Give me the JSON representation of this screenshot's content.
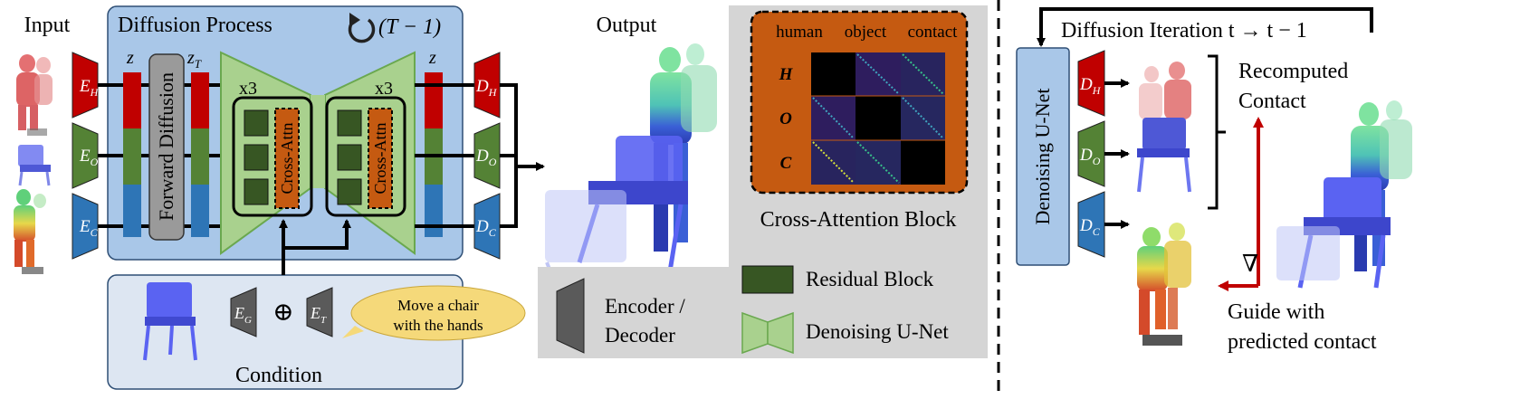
{
  "left": {
    "input_label": "Input",
    "diffusion_title": "Diffusion Process",
    "loop_label": "(T − 1)",
    "z_label": "z",
    "zT_label": "z",
    "zT_sub": "T",
    "forward_diffusion": "Forward Diffusion",
    "x3_left": "x3",
    "x3_right": "x3",
    "cross_attn": "Cross-Attn",
    "output_label": "Output",
    "encoders": [
      {
        "base": "E",
        "sub": "H",
        "color": "#c00000"
      },
      {
        "base": "E",
        "sub": "O",
        "color": "#548235"
      },
      {
        "base": "E",
        "sub": "C",
        "color": "#2e75b6"
      }
    ],
    "decoders": [
      {
        "base": "D",
        "sub": "H",
        "color": "#c00000"
      },
      {
        "base": "D",
        "sub": "O",
        "color": "#548235"
      },
      {
        "base": "D",
        "sub": "C",
        "color": "#2e75b6"
      }
    ],
    "condition": {
      "label": "Condition",
      "eg_base": "E",
      "eg_sub": "G",
      "et_base": "E",
      "et_sub": "T",
      "oplus": "⊕",
      "speech_line1": "Move a chair",
      "speech_line2": "with the hands"
    }
  },
  "middle": {
    "matrix_headers": [
      "human",
      "object",
      "contact"
    ],
    "matrix_rows": [
      "H",
      "O",
      "C"
    ],
    "cross_attention_block": "Cross-Attention Block",
    "legend": {
      "encoder_decoder_line1": "Encoder /",
      "encoder_decoder_line2": "Decoder",
      "residual_block": "Residual Block",
      "denoising_unet": "Denoising U-Net"
    }
  },
  "right": {
    "iteration_title": "Diffusion Iteration t → t − 1",
    "denoising_unet": "Denoising U-Net",
    "decoders": [
      {
        "base": "D",
        "sub": "H",
        "color": "#c00000"
      },
      {
        "base": "D",
        "sub": "O",
        "color": "#548235"
      },
      {
        "base": "D",
        "sub": "C",
        "color": "#2e75b6"
      }
    ],
    "recomputed_line1": "Recomputed",
    "recomputed_line2": "Contact",
    "nabla": "∇",
    "guide_line1": "Guide with",
    "guide_line2": "predicted contact"
  },
  "colors": {
    "panel_blue": "#a9c7e8",
    "panel_blue_stroke": "#2f4f75",
    "condition_bg": "#dde6f2",
    "legend_gray": "#d5d5d5",
    "orange": "#c55a11",
    "unet_green": "#a9d18e",
    "residual_green": "#375623",
    "guide_red": "#c00000"
  }
}
